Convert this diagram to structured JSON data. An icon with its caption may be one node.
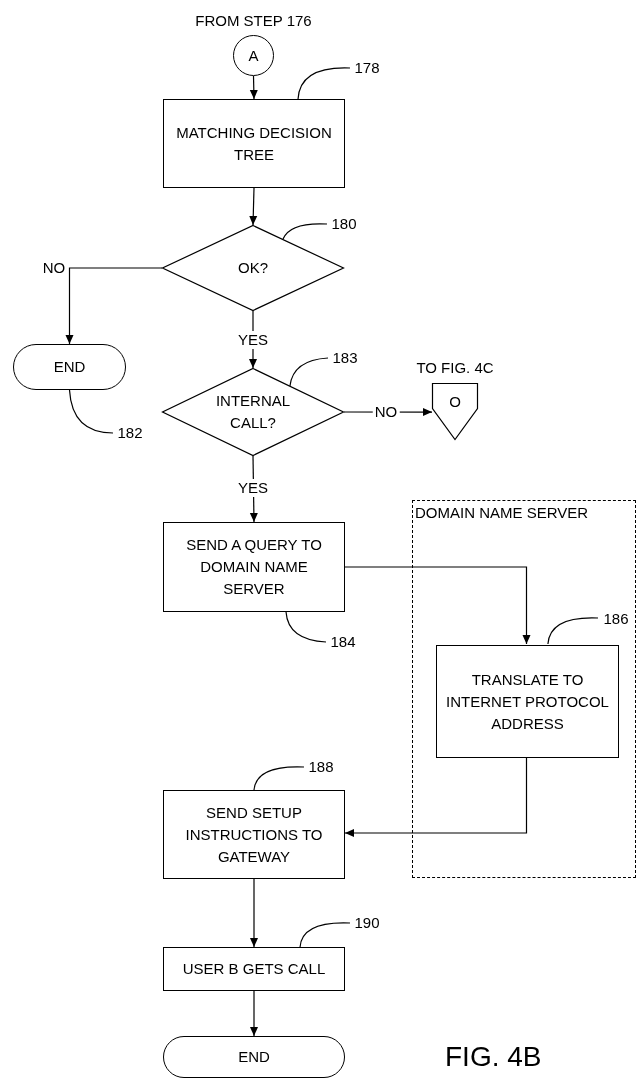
{
  "diagram": {
    "nodes": [
      {
        "text": [
          "A"
        ],
        "beside": [
          "FROM STEP 176"
        ]
      },
      {
        "text": [
          "178"
        ]
      },
      {
        "text": [
          "MATCHING DECISION TREE"
        ]
      },
      {
        "text": [
          "180"
        ]
      },
      {
        "text": [
          "OK?"
        ]
      },
      {
        "text": [
          "END"
        ]
      },
      {
        "text": [
          "182"
        ]
      },
      {
        "text": [
          "183"
        ]
      },
      {
        "text": [
          "INTERNAL CALL?"
        ]
      },
      {
        "text": [
          "O"
        ],
        "beside": [
          "TO FIG. 4C"
        ]
      },
      {
        "text": [
          "DOMAIN NAME SERVER"
        ]
      },
      {
        "text": [
          "SEND A QUERY TO DOMAIN NAME SERVER"
        ]
      },
      {
        "text": [
          "184"
        ]
      },
      {
        "text": [
          "186"
        ],
        "in": 10
      },
      {
        "text": [
          "TRANSLATE TO INTERNET PROTOCOL ADDRESS"
        ],
        "in": 10
      },
      {
        "text": [
          "188"
        ]
      },
      {
        "text": [
          "SEND SETUP INSTRUCTIONS TO GATEWAY"
        ]
      },
      {
        "text": [
          "190"
        ]
      },
      {
        "text": [
          "USER B GETS CALL"
        ]
      },
      {
        "text": [
          "END"
        ]
      }
    ],
    "edges": [
      {
        "from": 0,
        "to": 2,
        "arrow": "to"
      },
      {
        "from": 2,
        "to": 4,
        "arrow": "to"
      },
      {
        "from": 4,
        "to": 5,
        "arrow": "to",
        "label": "NO"
      },
      {
        "from": 4,
        "to": 8,
        "arrow": "to",
        "label": "YES"
      },
      {
        "from": 8,
        "to": 9,
        "arrow": "to",
        "label": "NO"
      },
      {
        "from": 8,
        "to": 11,
        "arrow": "to",
        "label": "YES"
      },
      {
        "from": 11,
        "to": 14,
        "arrow": "to"
      },
      {
        "from": 14,
        "to": 16,
        "arrow": "to"
      },
      {
        "from": 16,
        "to": 18,
        "arrow": "to"
      },
      {
        "from": 18,
        "to": 19,
        "arrow": "to"
      },
      {
        "from": 1,
        "to": 2,
        "arrow": "none"
      },
      {
        "from": 3,
        "to": 4,
        "arrow": "none"
      },
      {
        "from": 6,
        "to": 5,
        "arrow": "none"
      },
      {
        "from": 7,
        "to": 8,
        "arrow": "none"
      },
      {
        "from": 12,
        "to": 11,
        "arrow": "none"
      },
      {
        "from": 13,
        "to": 14,
        "arrow": "none"
      },
      {
        "from": 15,
        "to": 16,
        "arrow": "none"
      },
      {
        "from": 17,
        "to": 18,
        "arrow": "none"
      }
    ],
    "labels": [
      "FIG. 4B"
    ]
  }
}
